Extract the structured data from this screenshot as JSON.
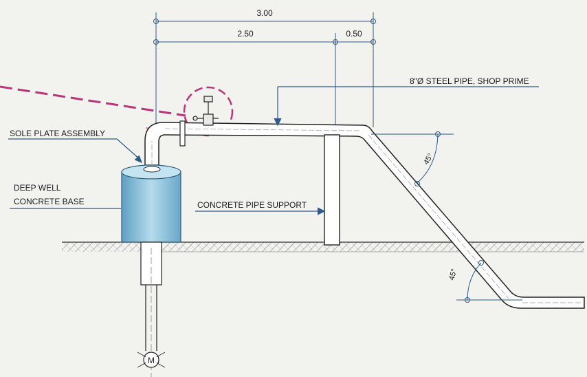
{
  "dimensions": {
    "total": "3.00",
    "left_span": "2.50",
    "right_span": "0.50"
  },
  "labels": {
    "pipe": "8\"Ø STEEL PIPE, SHOP PRIME",
    "sole_plate": "SOLE PLATE ASSEMBLY",
    "base_line1": "DEEP WELL",
    "base_line2": "CONCRETE BASE",
    "support": "CONCRETE PIPE SUPPORT",
    "angle_upper": "45°",
    "angle_lower": "45°",
    "motor": "M"
  },
  "colors": {
    "line": "#222222",
    "dimension": "#2d5a86",
    "accent": "#b8357a",
    "concrete": "#8fbfd8",
    "pipe_fill": "#ffffff",
    "ground_hatch": "#555555"
  }
}
